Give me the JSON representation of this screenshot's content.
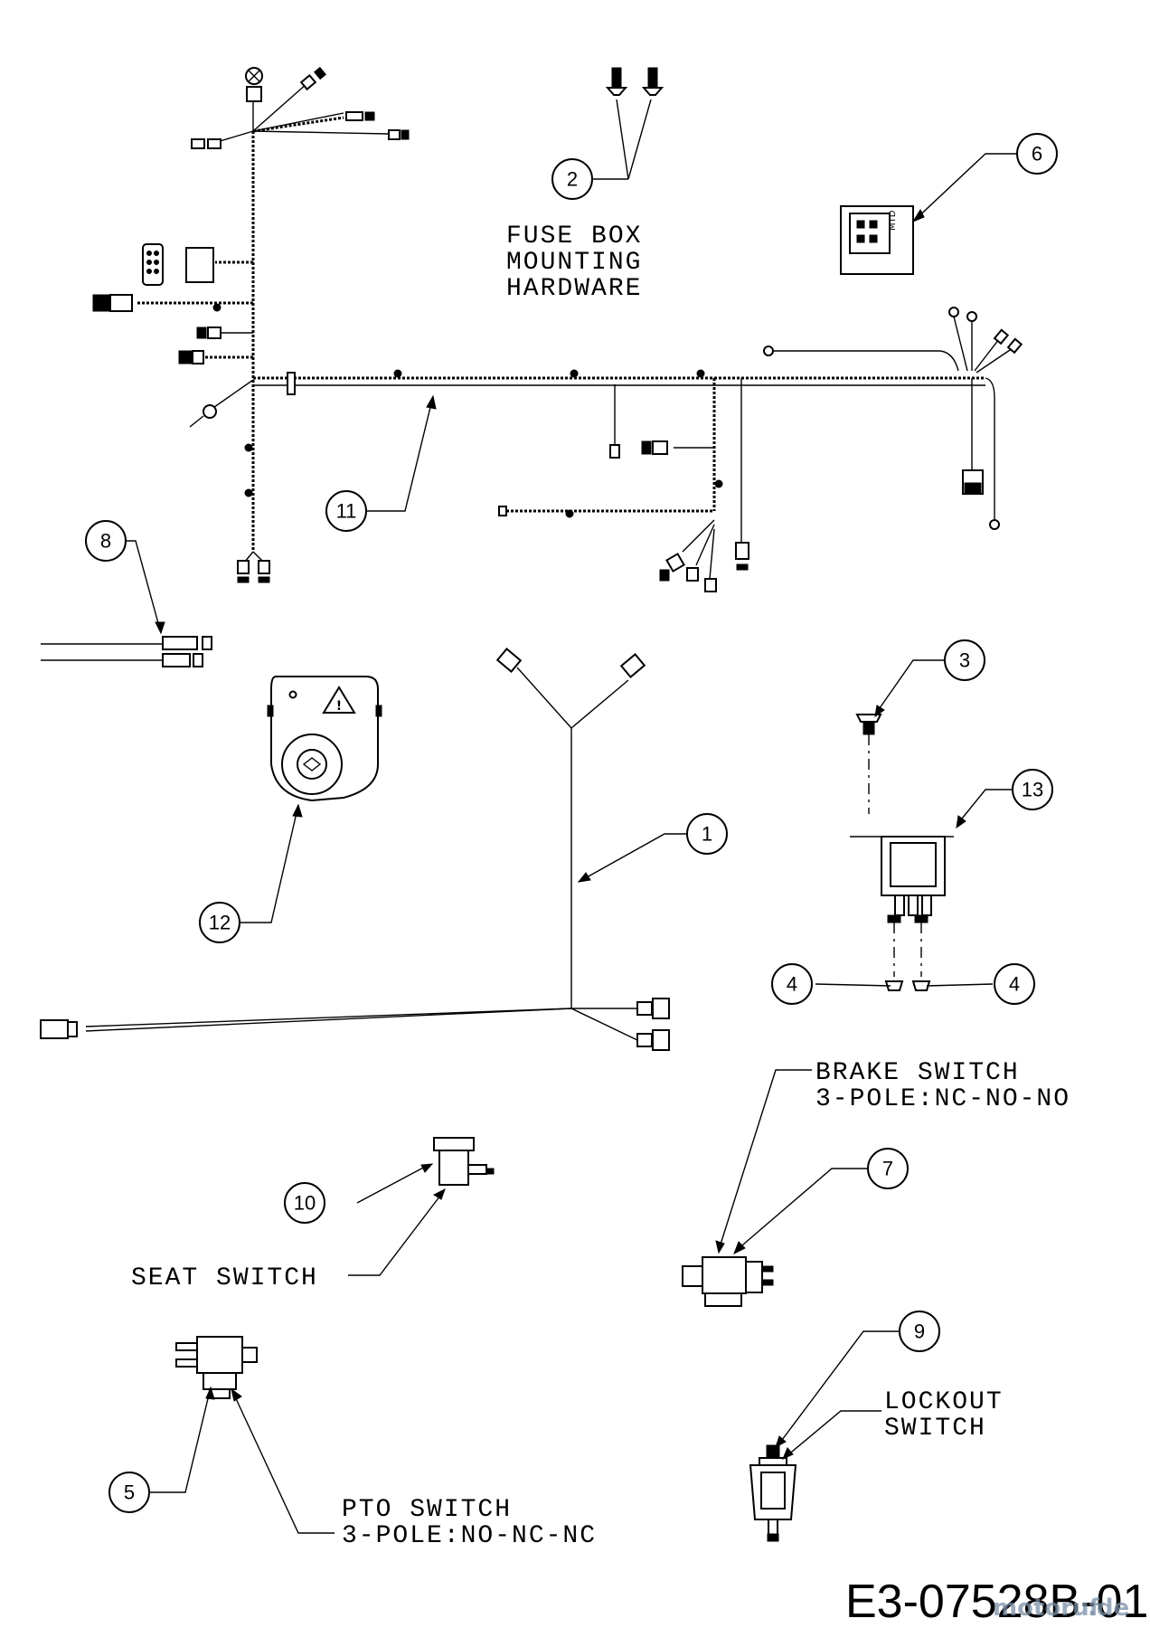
{
  "callouts": {
    "c1": "1",
    "c2": "2",
    "c3": "3",
    "c4a": "4",
    "c4b": "4",
    "c5": "5",
    "c6": "6",
    "c7": "7",
    "c8": "8",
    "c9": "9",
    "c10": "10",
    "c11": "11",
    "c12": "12",
    "c13": "13"
  },
  "labels": {
    "fuse_box": [
      "FUSE BOX",
      "MOUNTING",
      "HARDWARE"
    ],
    "brake_switch": [
      "BRAKE SWITCH",
      "3-POLE:NC-NO-NO"
    ],
    "seat_switch": "SEAT SWITCH",
    "lockout_switch": [
      "LOCKOUT",
      "SWITCH"
    ],
    "pto_switch": [
      "PTO SWITCH",
      "3-POLE:NO-NC-NC"
    ]
  },
  "document_id": "E3-07528B-01",
  "watermark": "motoruf",
  "watermark_suffix": ".de"
}
